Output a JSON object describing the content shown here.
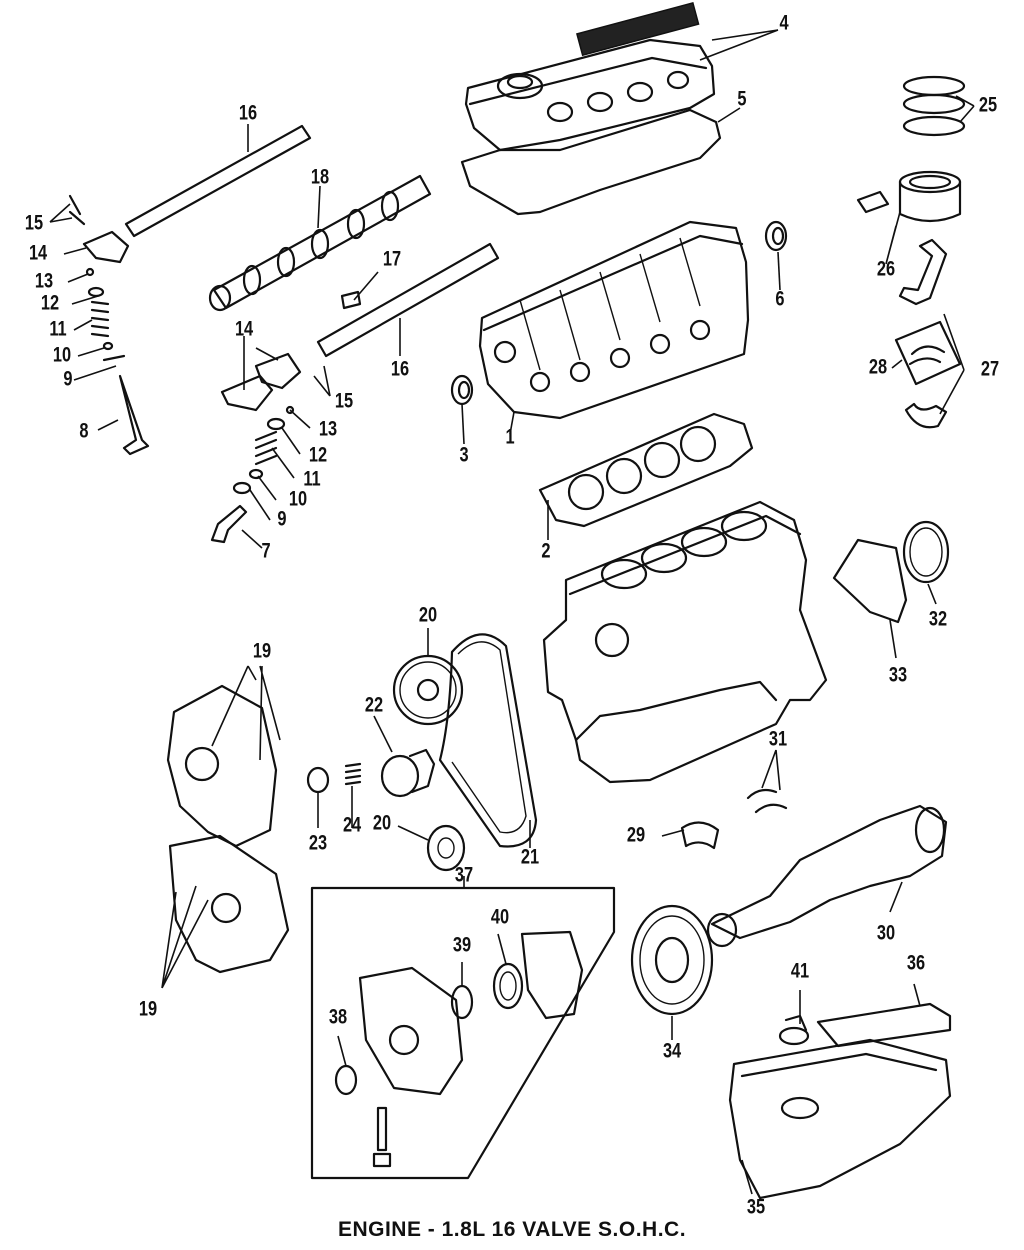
{
  "title": "ENGINE - 1.8L 16 VALVE S.O.H.C.",
  "callouts": [
    {
      "id": "c1",
      "text": "1"
    },
    {
      "id": "c2",
      "text": "2"
    },
    {
      "id": "c3",
      "text": "3"
    },
    {
      "id": "c4",
      "text": "4"
    },
    {
      "id": "c5",
      "text": "5"
    },
    {
      "id": "c6",
      "text": "6"
    },
    {
      "id": "c7",
      "text": "7"
    },
    {
      "id": "c8",
      "text": "8"
    },
    {
      "id": "c9a",
      "text": "9"
    },
    {
      "id": "c9b",
      "text": "9"
    },
    {
      "id": "c10a",
      "text": "10"
    },
    {
      "id": "c10b",
      "text": "10"
    },
    {
      "id": "c11a",
      "text": "11"
    },
    {
      "id": "c11b",
      "text": "11"
    },
    {
      "id": "c12a",
      "text": "12"
    },
    {
      "id": "c12b",
      "text": "12"
    },
    {
      "id": "c13a",
      "text": "13"
    },
    {
      "id": "c13b",
      "text": "13"
    },
    {
      "id": "c14a",
      "text": "14"
    },
    {
      "id": "c14b",
      "text": "14"
    },
    {
      "id": "c15a",
      "text": "15"
    },
    {
      "id": "c15b",
      "text": "15"
    },
    {
      "id": "c16a",
      "text": "16"
    },
    {
      "id": "c16b",
      "text": "16"
    },
    {
      "id": "c17",
      "text": "17"
    },
    {
      "id": "c18",
      "text": "18"
    },
    {
      "id": "c19a",
      "text": "19"
    },
    {
      "id": "c19b",
      "text": "19"
    },
    {
      "id": "c20a",
      "text": "20"
    },
    {
      "id": "c20b",
      "text": "20"
    },
    {
      "id": "c21",
      "text": "21"
    },
    {
      "id": "c22",
      "text": "22"
    },
    {
      "id": "c23",
      "text": "23"
    },
    {
      "id": "c24",
      "text": "24"
    },
    {
      "id": "c25",
      "text": "25"
    },
    {
      "id": "c26",
      "text": "26"
    },
    {
      "id": "c27",
      "text": "27"
    },
    {
      "id": "c28",
      "text": "28"
    },
    {
      "id": "c29",
      "text": "29"
    },
    {
      "id": "c30",
      "text": "30"
    },
    {
      "id": "c31",
      "text": "31"
    },
    {
      "id": "c32",
      "text": "32"
    },
    {
      "id": "c33",
      "text": "33"
    },
    {
      "id": "c34",
      "text": "34"
    },
    {
      "id": "c35",
      "text": "35"
    },
    {
      "id": "c36",
      "text": "36"
    },
    {
      "id": "c37",
      "text": "37"
    },
    {
      "id": "c38",
      "text": "38"
    },
    {
      "id": "c39",
      "text": "39"
    },
    {
      "id": "c40",
      "text": "40"
    },
    {
      "id": "c41",
      "text": "41"
    }
  ]
}
